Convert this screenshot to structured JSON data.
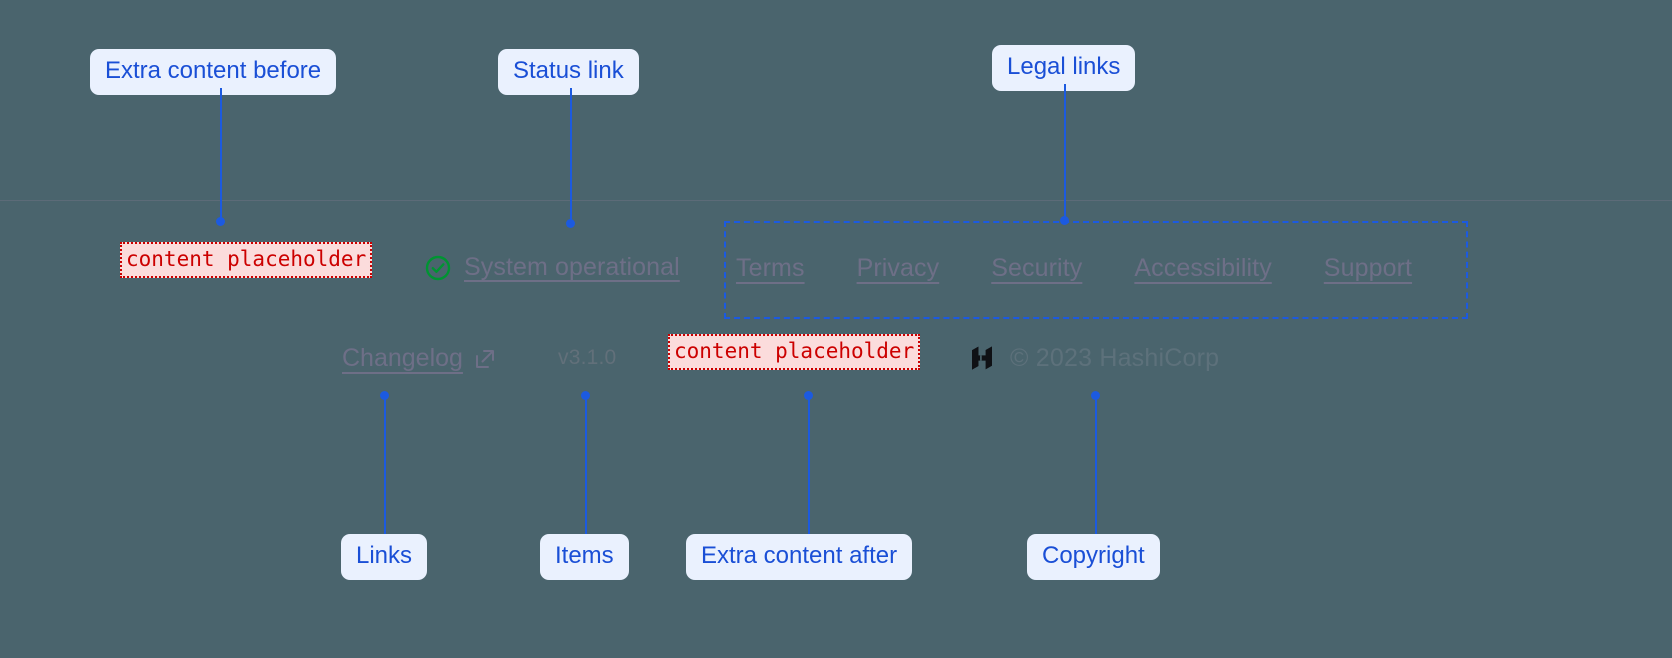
{
  "theme": {
    "page_background": "#4a646d",
    "footer_divider": "#5c6b78",
    "annotation_blue": "#1c5ae0",
    "annotation_label_bg": "#eaf1fe",
    "annotation_label_text": "#1a4fd6",
    "placeholder_text": "#cc0000",
    "placeholder_bg": "#fbdcdc",
    "link_muted": "#6e6f87",
    "status_green": "#009432"
  },
  "footer": {
    "extra_content_before": {
      "text": "content placeholder"
    },
    "status_link": {
      "icon": "check-circle-icon",
      "label": "System operational"
    },
    "legal_links": [
      {
        "label": "Terms"
      },
      {
        "label": "Privacy"
      },
      {
        "label": "Security"
      },
      {
        "label": "Accessibility"
      },
      {
        "label": "Support"
      }
    ],
    "links": [
      {
        "label": "Changelog",
        "icon": "external-link-icon"
      }
    ],
    "items": [
      {
        "label": "v3.1.0"
      }
    ],
    "extra_content_after": {
      "text": "content placeholder"
    },
    "copyright": {
      "logo": "hashicorp-logo-icon",
      "text": "© 2023 HashiCorp"
    }
  },
  "annotations": [
    {
      "id": "extra-content-before",
      "label": "Extra content before"
    },
    {
      "id": "status-link",
      "label": "Status link"
    },
    {
      "id": "legal-links",
      "label": "Legal links"
    },
    {
      "id": "links",
      "label": "Links"
    },
    {
      "id": "items",
      "label": "Items"
    },
    {
      "id": "extra-content-after",
      "label": "Extra content after"
    },
    {
      "id": "copyright",
      "label": "Copyright"
    }
  ]
}
